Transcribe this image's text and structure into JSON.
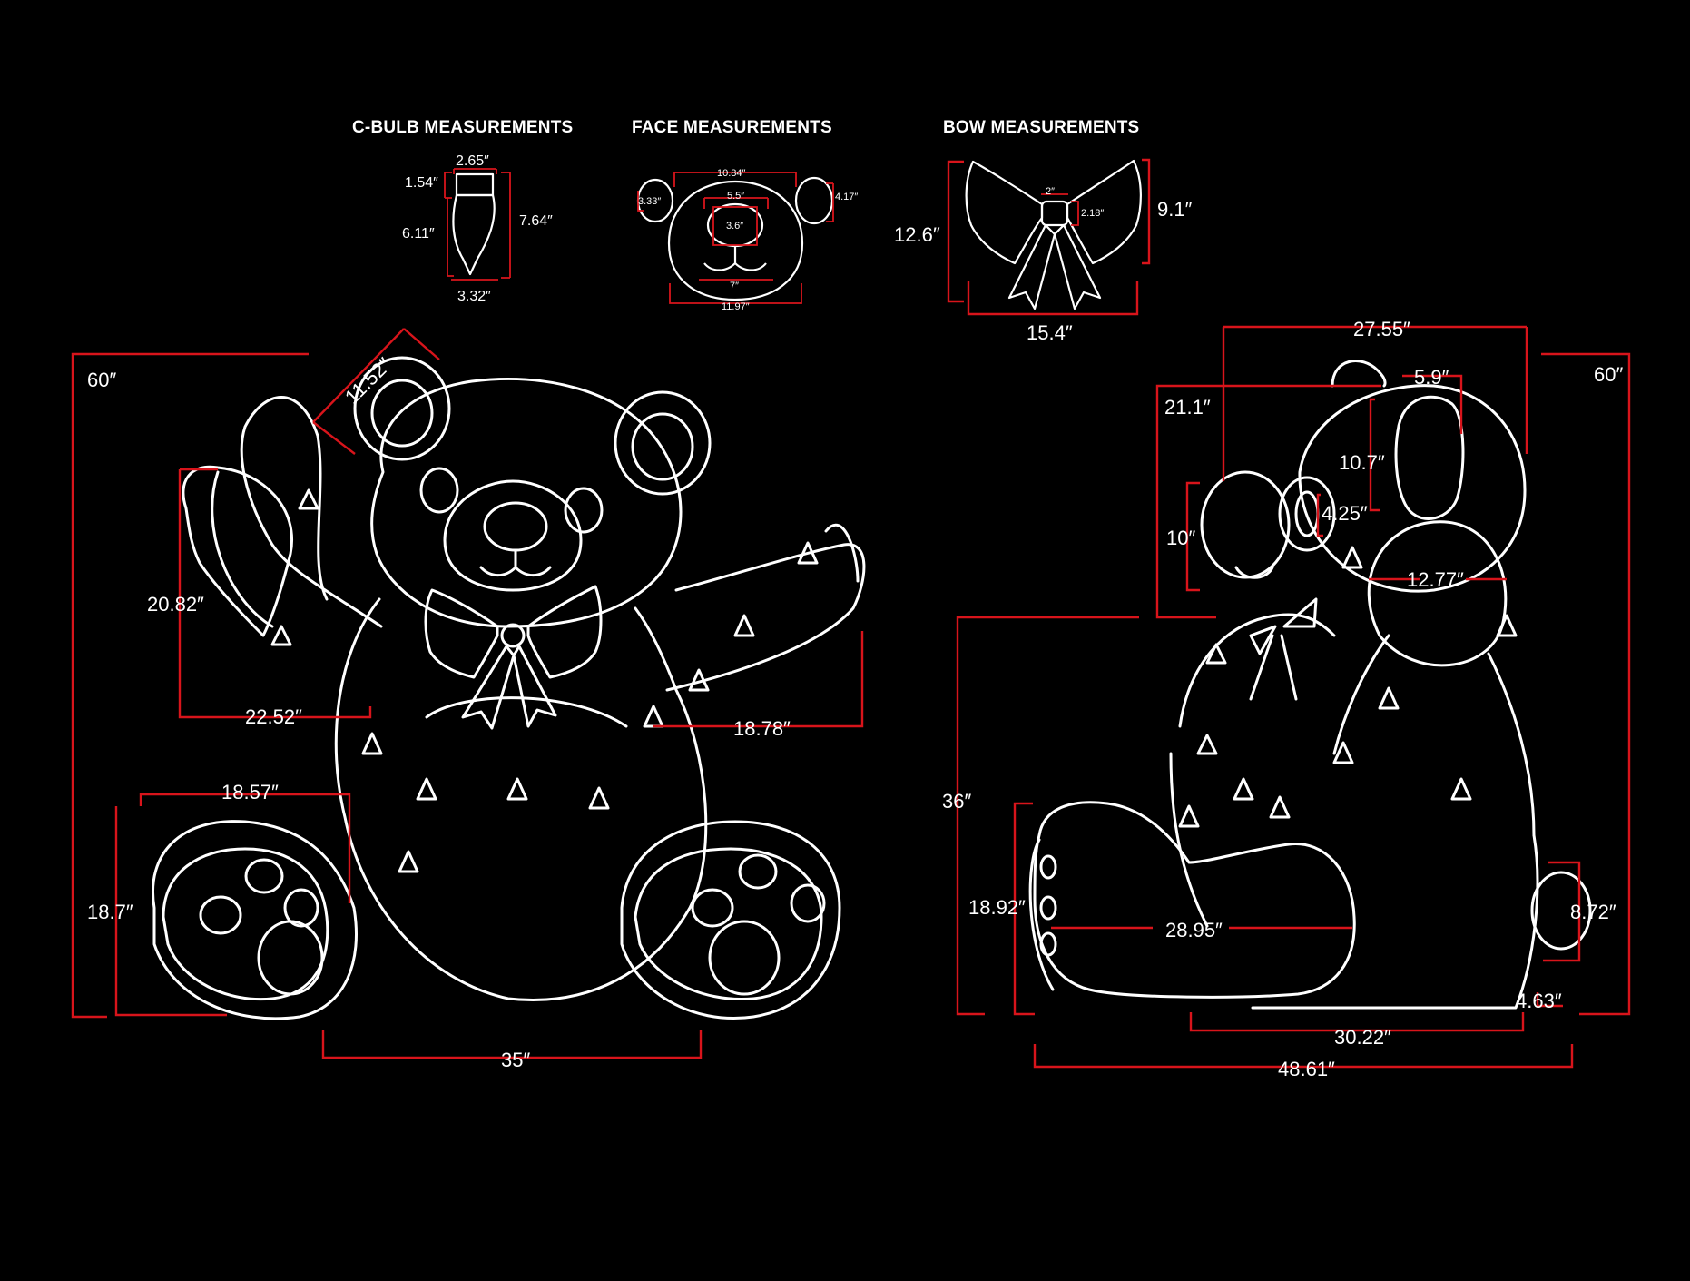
{
  "colors": {
    "background": "#000000",
    "outline": "#ffffff",
    "dimension": "#d8141b"
  },
  "headings": {
    "cbulb": "C-BULB MEASUREMENTS",
    "face": "FACE MEASUREMENTS",
    "bow": "BOW MEASUREMENTS"
  },
  "cbulb": {
    "top_width": "2.65″",
    "cap_height": "1.54″",
    "body_height": "6.11″",
    "total_height": "7.64″",
    "bottom_width": "3.32″"
  },
  "face": {
    "ear_left": "3.33″",
    "eye_span": "10.84″",
    "ear_right": "4.17″",
    "muzzle_width": "5.5″",
    "nose": "3.6″",
    "mouth": "7″",
    "face_width": "11.97″"
  },
  "bow": {
    "knot_width": "2″",
    "knot_height": "2.18″",
    "total_height": "12.6″",
    "loop_height": "9.1″",
    "width": "15.4″"
  },
  "front": {
    "height": "60″",
    "ear": "11.52″",
    "raised_arm_height": "20.82″",
    "raised_arm_width": "22.52″",
    "side_arm": "18.78″",
    "foot_width": "18.57″",
    "foot_height": "18.7″",
    "base_width": "35″"
  },
  "side": {
    "depth_top": "27.55″",
    "height": "60″",
    "ear": "5.9″",
    "head_height": "21.1″",
    "ear_height": "10.7″",
    "eye": "4.25″",
    "muzzle": "10″",
    "arm": "12.77″",
    "sit_height": "36″",
    "foot_height": "18.92″",
    "leg_length": "28.95″",
    "tail_height": "8.72″",
    "tail_depth": "4.63″",
    "seat_depth": "30.22″",
    "total_depth": "48.61″"
  }
}
